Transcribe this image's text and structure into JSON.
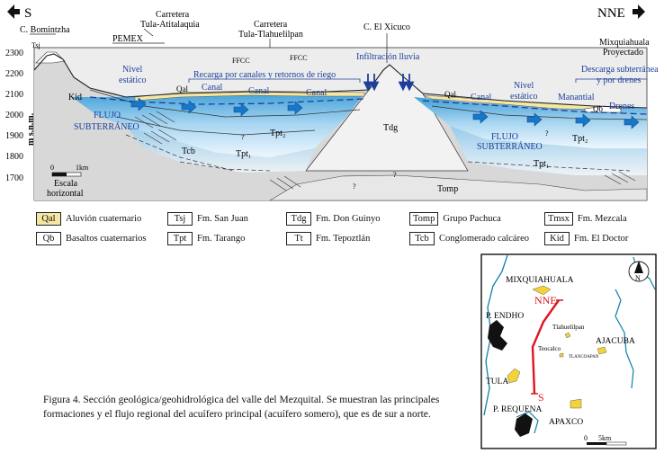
{
  "section": {
    "dir_left": "S",
    "dir_right": "NNE",
    "y_axis_label": "m s.n.m.",
    "y_ticks": [
      "2300",
      "2200",
      "2100",
      "2000",
      "1900",
      "1800",
      "1700"
    ],
    "top_labels": {
      "bomintzha": "C. Bomintzha",
      "tula_atitalaquia": [
        "Carretera",
        "Tula-Atitalaquia"
      ],
      "pemex": "PEMEX",
      "tula_tlahuelilpan": [
        "Carretera",
        "Tula-Tlahuelilpan"
      ],
      "xicuco": "C. El Xicuco",
      "mixquiahuala": [
        "Mixquiahuala",
        "Proyectado"
      ],
      "ffcc": "FFCC"
    },
    "blue_labels": {
      "nivel_estatico": [
        "Nivel",
        "estático"
      ],
      "recarga": "Recarga por canales y retornos de riego",
      "infiltracion": "Infiltración lluvia",
      "descarga": [
        "Descarga subterránea",
        "y por drenes"
      ],
      "canal": "Canal",
      "manantial": "Manantial",
      "drenes": "Drenes",
      "flujo": [
        "FLUJO",
        "SUBTERRÁNEO"
      ]
    },
    "unit_labels": {
      "tsj": "Tsj",
      "kid": "Kid",
      "qal": "Qal",
      "qb": "Qb",
      "tcb": "Tcb",
      "tpt2": "Tpt₂",
      "tpt1": "Tpt₁",
      "tdg": "Tdg",
      "tomp": "Tomp",
      "query": "?"
    },
    "scale": {
      "zero": "0",
      "km": "1km",
      "label": [
        "Escala",
        "horizontal"
      ]
    }
  },
  "legend": [
    {
      "code": "Qal",
      "label": "Aluvión cuaternario",
      "color": "#f5e6a3"
    },
    {
      "code": "Tsj",
      "label": "Fm. San Juan",
      "color": "#ffffff"
    },
    {
      "code": "Tdg",
      "label": "Fm. Don Guinyo",
      "color": "#ffffff"
    },
    {
      "code": "Tomp",
      "label": "Grupo Pachuca",
      "color": "#ffffff"
    },
    {
      "code": "Tmsx",
      "label": "Fm. Mezcala",
      "color": "#ffffff"
    },
    {
      "code": "Qb",
      "label": "Basaltos cuaternarios",
      "color": "#ffffff"
    },
    {
      "code": "Tpt",
      "label": "Fm. Tarango",
      "color": "#ffffff"
    },
    {
      "code": "Tt",
      "label": "Fm. Tepoztlán",
      "color": "#ffffff"
    },
    {
      "code": "Tcb",
      "label": "Conglomerado calcáreo",
      "color": "#ffffff"
    },
    {
      "code": "Kid",
      "label": "Fm. El Doctor",
      "color": "#ffffff"
    }
  ],
  "map": {
    "mixquiahuala": "MIXQUIAHUALA",
    "nne": "NNE",
    "s": "S",
    "endho": "P. ENDHO",
    "tlahuelilpan": "Tlahuelilpan",
    "teocalco": "Teocalco",
    "ajacuba": "AJACUBA",
    "tlaxcoapan": "TLAXCOAPAN",
    "tula": "TULA",
    "requena": "P. REQUENA",
    "apaxco": "APAXCO",
    "north": "N",
    "scale": "0      5km"
  },
  "caption": "Figura 4. Sección geológica/geohidrológica del valle del Mezquital. Se muestran las principales formaciones y el flujo regional del acuífero principal (acuífero somero), que es de sur a norte."
}
